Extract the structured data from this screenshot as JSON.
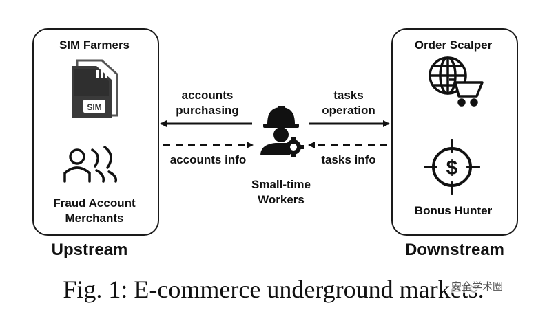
{
  "upstream": {
    "sim_farmers": "SIM Farmers",
    "sim_card_text": "SIM",
    "fraud_line1": "Fraud Account",
    "fraud_line2": "Merchants",
    "label": "Upstream"
  },
  "downstream": {
    "order_scalper": "Order Scalper",
    "bonus_hunter": "Bonus Hunter",
    "label": "Downstream",
    "dollar_symbol": "$"
  },
  "center": {
    "line1": "Small-time",
    "line2": "Workers"
  },
  "arrows": {
    "accounts_purchasing_1": "accounts",
    "accounts_purchasing_2": "purchasing",
    "accounts_info": "accounts info",
    "tasks_operation_1": "tasks",
    "tasks_operation_2": "operation",
    "tasks_info": "tasks info"
  },
  "caption": "Fig. 1: E-commerce underground markets.",
  "watermark": "安全学术圈",
  "icons": {
    "sim": "sim-card-icon",
    "people": "people-group-icon",
    "worker": "worker-gear-icon",
    "globe_cart": "globe-cart-icon",
    "target_dollar": "target-dollar-icon"
  }
}
